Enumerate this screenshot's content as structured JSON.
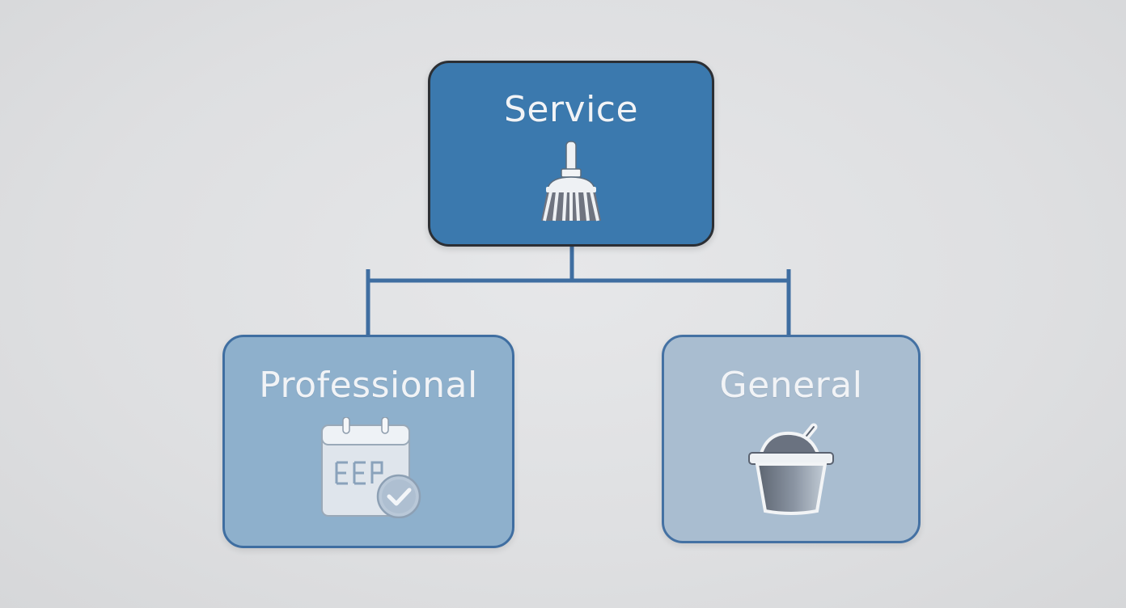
{
  "diagram": {
    "root": {
      "label": "Service",
      "icon": "broom-icon"
    },
    "children": [
      {
        "label": "Professional",
        "icon": "calendar-check-icon"
      },
      {
        "label": "General",
        "icon": "bucket-icon"
      }
    ]
  },
  "colors": {
    "background": "#e0e1e3",
    "root_fill": "#3b79ae",
    "root_border": "#2c2f34",
    "professional_fill": "#8eb0cc",
    "general_fill": "#a9bdd0",
    "connector": "#3f6ea1",
    "label_text": "#f1f3f6"
  }
}
